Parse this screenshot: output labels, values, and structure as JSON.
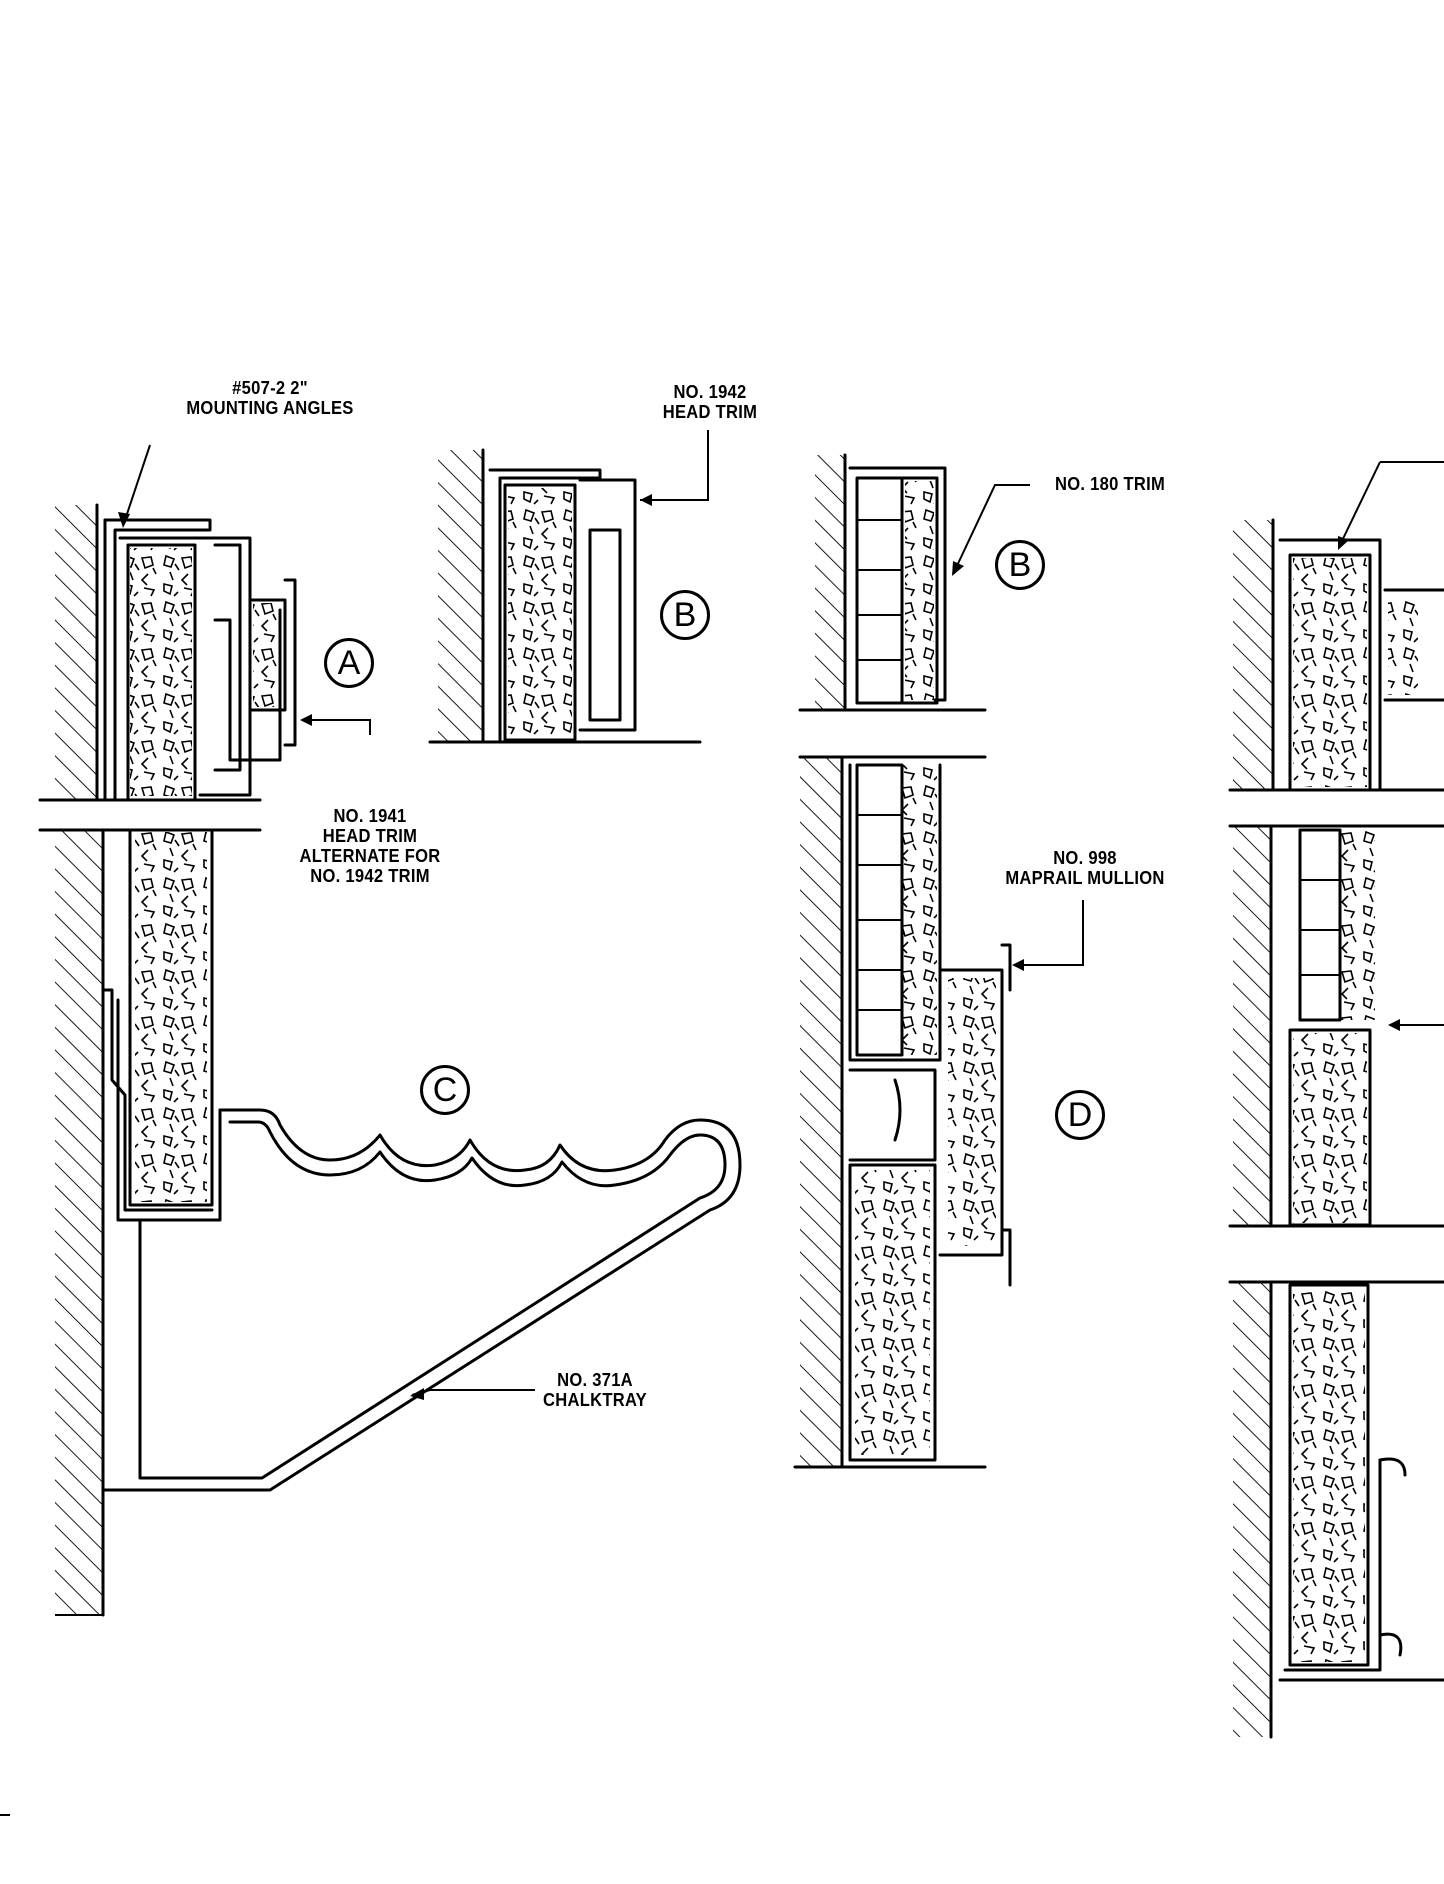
{
  "labels": {
    "mounting_angles": [
      "#507-2 2\"",
      "MOUNTING ANGLES"
    ],
    "head_trim_1942": [
      "NO. 1942",
      "HEAD TRIM"
    ],
    "trim_180": [
      "NO. 180 TRIM"
    ],
    "head_trim_1941": [
      "NO. 1941",
      "HEAD TRIM",
      "ALTERNATE FOR",
      "NO. 1942 TRIM"
    ],
    "maprail_mullion": [
      "NO. 998",
      "MAPRAIL MULLION"
    ],
    "chalktray": [
      "NO. 371A",
      "CHALKTRAY"
    ]
  },
  "detail_tags": {
    "a": "A",
    "b_left": "B",
    "b_right": "B",
    "c": "C",
    "d": "D"
  }
}
